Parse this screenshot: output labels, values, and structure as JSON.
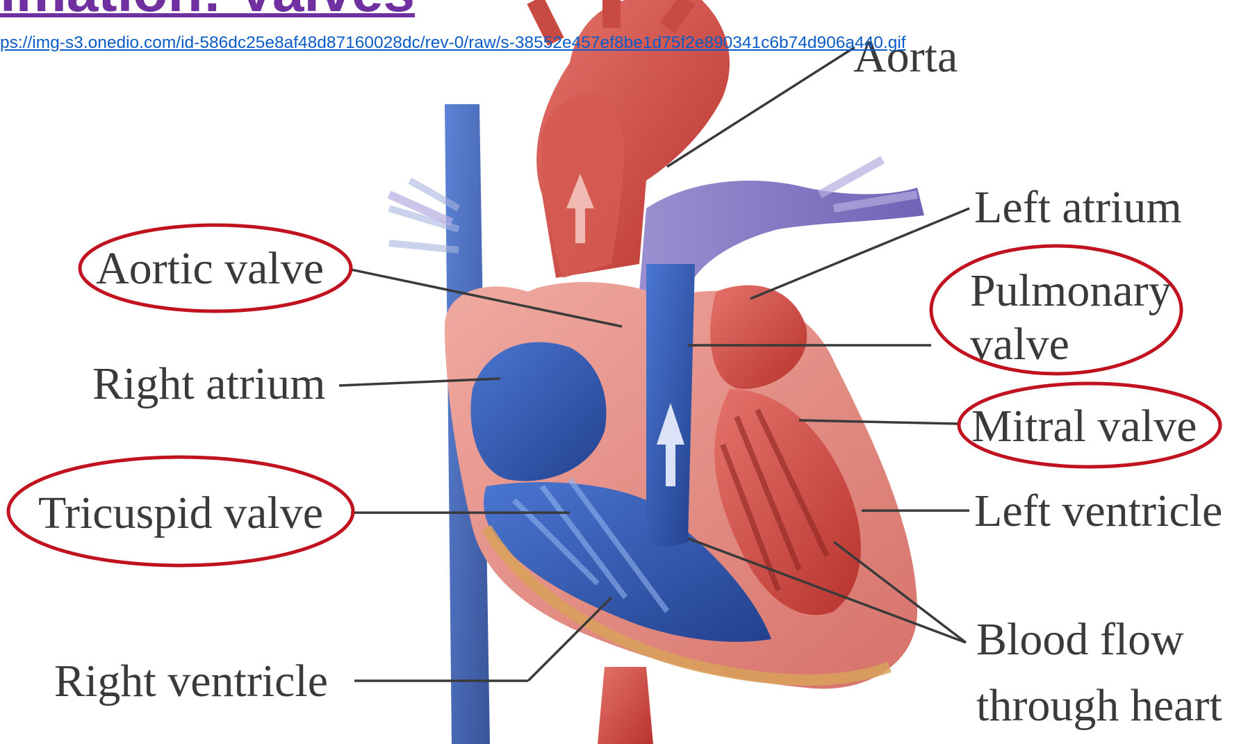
{
  "slide": {
    "title": "imation: Valves",
    "source_url": "ps://img-s3.onedio.com/id-586dc25e8af48d87160028dc/rev-0/raw/s-38552e457ef8be1d75f2e890341c6b74d906a440.gif"
  },
  "labels": {
    "aorta": "Aorta",
    "left_atrium": "Left atrium",
    "aortic_valve": "Aortic valve",
    "pulmonary_line1": "Pulmonary",
    "pulmonary_line2": "valve",
    "right_atrium": "Right atrium",
    "mitral_valve": "Mitral valve",
    "tricuspid_valve": "Tricuspid valve",
    "left_ventricle": "Left ventricle",
    "right_ventricle": "Right ventricle",
    "blood_flow_line1": "Blood flow",
    "blood_flow_line2": "through heart"
  },
  "colors": {
    "title": "#7030a0",
    "link": "#0b5cc7",
    "highlight_ellipse": "#c1121f",
    "oxygenated_red": "#c8453f",
    "deoxygenated_blue": "#2f56b3",
    "vein_purple": "#8c7fc4",
    "label_text": "#3a3a3a"
  },
  "highlighted_valves": [
    "Aortic valve",
    "Pulmonary valve",
    "Mitral valve",
    "Tricuspid valve"
  ]
}
